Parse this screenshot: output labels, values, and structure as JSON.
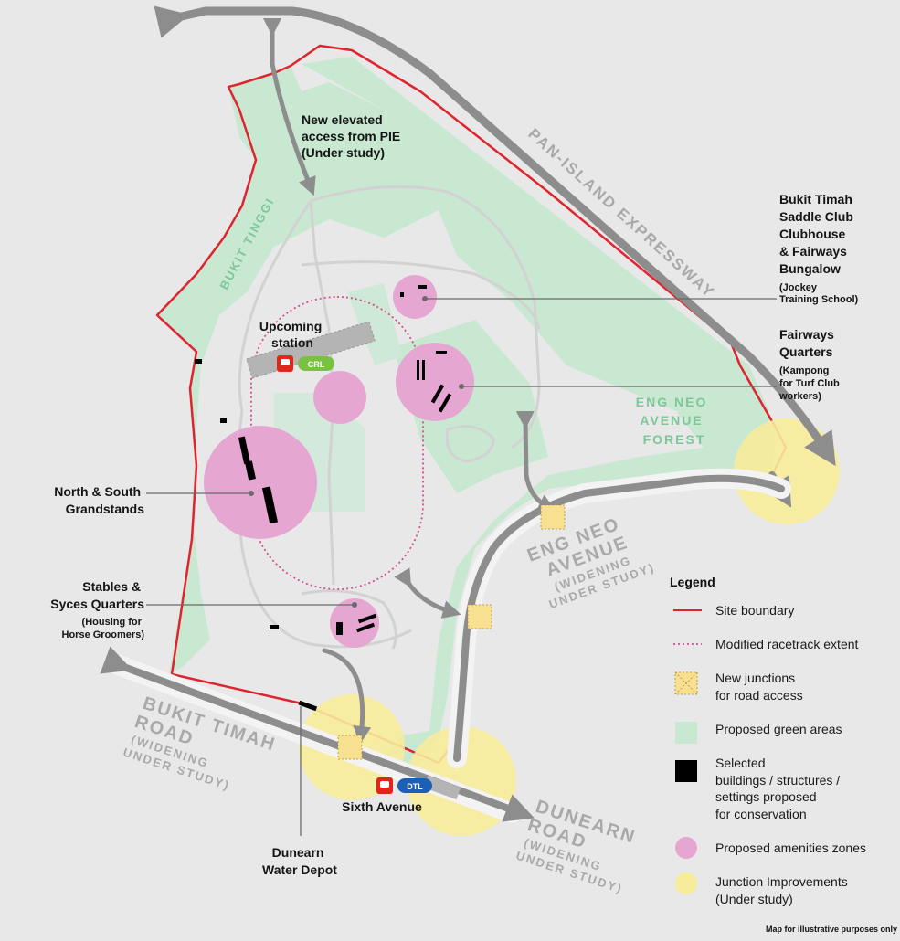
{
  "colors": {
    "background": "#e8e8e8",
    "green_area": "#c9e8d2",
    "amenity_zone": "#e6a6d2",
    "junction_zone": "#f7ec9a",
    "site_boundary": "#e0242f",
    "road": "#8d8d8d",
    "roadbed": "#f3f3f3",
    "mrt_red": "#e1251b",
    "crl_green": "#7ac143",
    "dtl_blue": "#1d5fb6"
  },
  "labels": {
    "access_pie": [
      "New elevated",
      "access from PIE",
      "(Under study)"
    ],
    "saddle_club": [
      "Bukit Timah",
      "Saddle Club",
      "Clubhouse",
      "& Fairways",
      "Bungalow"
    ],
    "saddle_club_note": [
      "(Jockey",
      "Training School)"
    ],
    "fairways": [
      "Fairways",
      "Quarters"
    ],
    "fairways_note": [
      "(Kampong",
      "for Turf Club",
      "workers)"
    ],
    "upcoming_station": [
      "Upcoming",
      "station"
    ],
    "crl": "CRL",
    "dtl": "DTL",
    "grandstands": [
      "North & South",
      "Grandstands"
    ],
    "stables": [
      "Stables &",
      "Syces Quarters"
    ],
    "stables_note": [
      "(Housing for",
      "Horse Groomers)"
    ],
    "sixth_avenue": "Sixth Avenue",
    "water_depot": [
      "Dunearn",
      "Water Depot"
    ],
    "bukit_tinggi": "BUKIT TINGGI",
    "eng_neo_forest": [
      "ENG NEO",
      "AVENUE",
      "FOREST"
    ]
  },
  "roads": {
    "pie": "PAN-ISLAND EXPRESSWAY",
    "eng_neo_avenue": [
      "ENG NEO",
      "AVENUE",
      "(WIDENING",
      "UNDER STUDY)"
    ],
    "bukit_timah_road": [
      "BUKIT TIMAH",
      "ROAD",
      "(WIDENING",
      "UNDER STUDY)"
    ],
    "dunearn_road": [
      "DUNEARN",
      "ROAD",
      "(WIDENING",
      "UNDER STUDY)"
    ]
  },
  "legend": {
    "title": "Legend",
    "items": [
      {
        "icon": "site-boundary",
        "text": [
          "Site boundary"
        ]
      },
      {
        "icon": "racetrack-extent",
        "text": [
          "Modified racetrack extent"
        ]
      },
      {
        "icon": "new-junction",
        "text": [
          "New junctions",
          "for road access"
        ]
      },
      {
        "icon": "green-area",
        "text": [
          "Proposed green areas"
        ]
      },
      {
        "icon": "conservation",
        "text": [
          "Selected",
          "buildings / structures /",
          "settings proposed",
          "for conservation"
        ]
      },
      {
        "icon": "amenity-zone",
        "text": [
          "Proposed amenities zones"
        ]
      },
      {
        "icon": "junction-improvement",
        "text": [
          "Junction Improvements",
          "(Under study)"
        ]
      }
    ]
  },
  "footnote": "Map for illustrative purposes only"
}
